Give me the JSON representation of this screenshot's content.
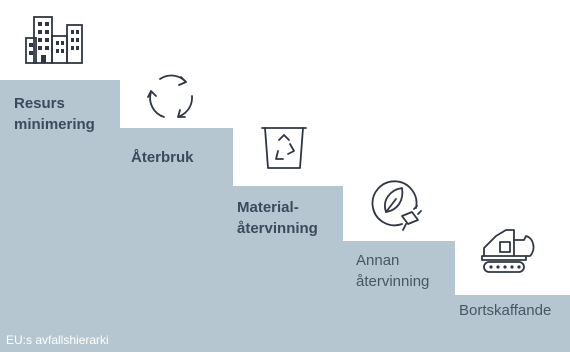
{
  "title": "",
  "colors": {
    "step_fill": "#b5c6d0",
    "text_dark": "#3b4a5c",
    "icon_stroke": "#2f3742"
  },
  "steps": [
    {
      "label_lines": [
        "Resurs",
        "minimering"
      ],
      "weight": "bold",
      "icon": "buildings-icon"
    },
    {
      "label_lines": [
        "Återbruk"
      ],
      "weight": "bold",
      "icon": "recycle-arrows-icon"
    },
    {
      "label_lines": [
        "Material-",
        "återvinning"
      ],
      "weight": "bold",
      "icon": "recycle-bin-icon"
    },
    {
      "label_lines": [
        "Annan",
        "återvinning"
      ],
      "weight": "normal",
      "icon": "leaf-plug-icon"
    },
    {
      "label_lines": [
        "Bortskaffande"
      ],
      "weight": "normal",
      "icon": "excavator-icon"
    }
  ],
  "caption": "EU:s avfallshierarki"
}
